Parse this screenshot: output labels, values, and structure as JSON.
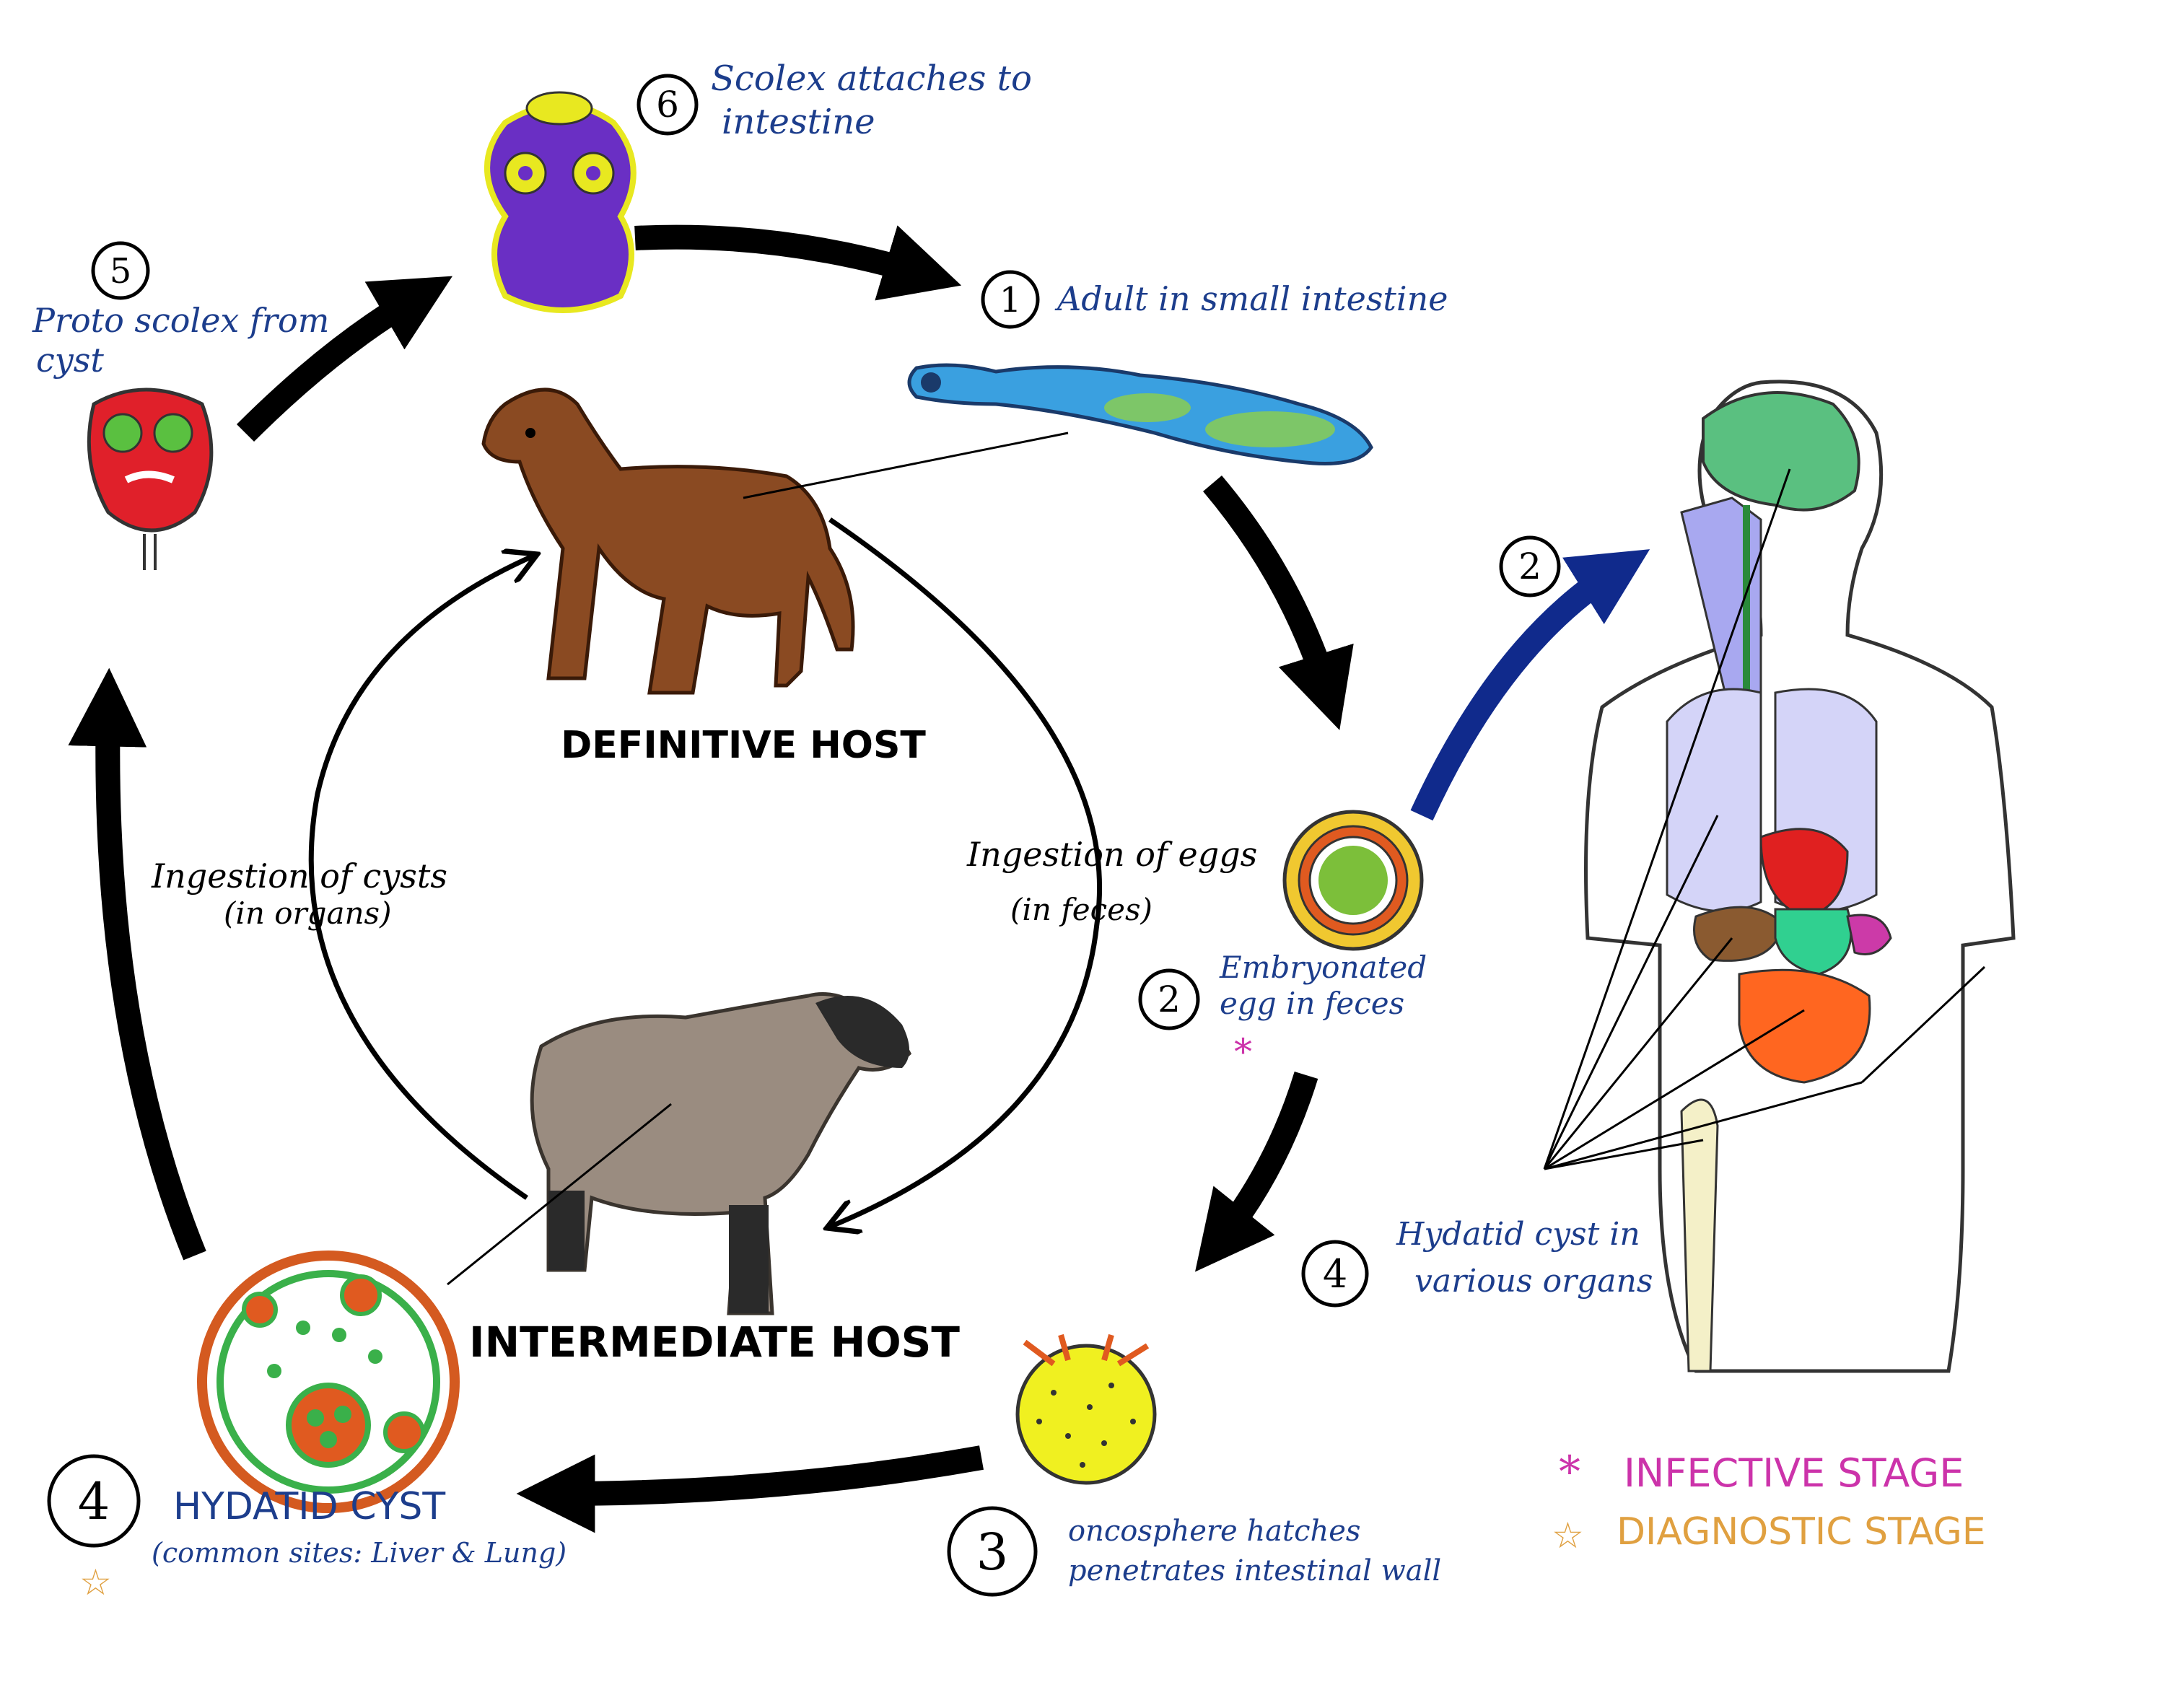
{
  "labels": {
    "step6": {
      "num": "6",
      "text_line1": "Scolex attaches to",
      "text_line2": "intestine"
    },
    "step1": {
      "num": "1",
      "text": "Adult in small intestine"
    },
    "step5": {
      "num": "5",
      "text_line1": "Proto scolex from",
      "text_line2": "cyst"
    },
    "step2_human": {
      "num": "2"
    },
    "step2_egg": {
      "num": "2",
      "text_line1": "Embryonated",
      "text_line2": "egg in feces",
      "marker": "*"
    },
    "step4_human": {
      "num": "4",
      "text_line1": "Hydatid cyst in",
      "text_line2": "various organs"
    },
    "step4_cyst": {
      "num": "4",
      "title": "HYDATID CYST",
      "subtitle": "(common sites: Liver & Lung)",
      "marker": "☆"
    },
    "step3": {
      "num": "3",
      "text_line1": "oncosphere hatches",
      "text_line2": "penetrates intestinal wall"
    },
    "definitive_host": "DEFINITIVE HOST",
    "intermediate_host": "INTERMEDIATE HOST",
    "ingestion_cysts": {
      "line1": "Ingestion of cysts",
      "line2": "(in organs)"
    },
    "ingestion_eggs": {
      "line1": "Ingestion of eggs",
      "line2": "(in feces)"
    }
  },
  "legend": {
    "infective": {
      "marker": "*",
      "text": "INFECTIVE STAGE",
      "color": "#cc33aa"
    },
    "diagnostic": {
      "marker": "☆",
      "text": "DIAGNOSTIC STAGE",
      "color": "#e0a040"
    }
  },
  "colors": {
    "blue_text": "#1c3d8c",
    "scolex": "#6a2fc4",
    "adult_worm": "#3aa0e0",
    "protoscolex": "#e0202a",
    "egg": "#7cbf3a",
    "oncosphere": "#f0f020",
    "cyst_ring": "#d45a20",
    "dog": "#8a4a22",
    "sheep": "#9a8c80",
    "human_arrow": "#102a8c"
  },
  "icons": [
    "scolex-icon",
    "adult-worm-icon",
    "protoscolex-icon",
    "egg-icon",
    "oncosphere-icon",
    "hydatid-cyst-icon",
    "dog-icon",
    "sheep-icon",
    "human-body-icon"
  ]
}
